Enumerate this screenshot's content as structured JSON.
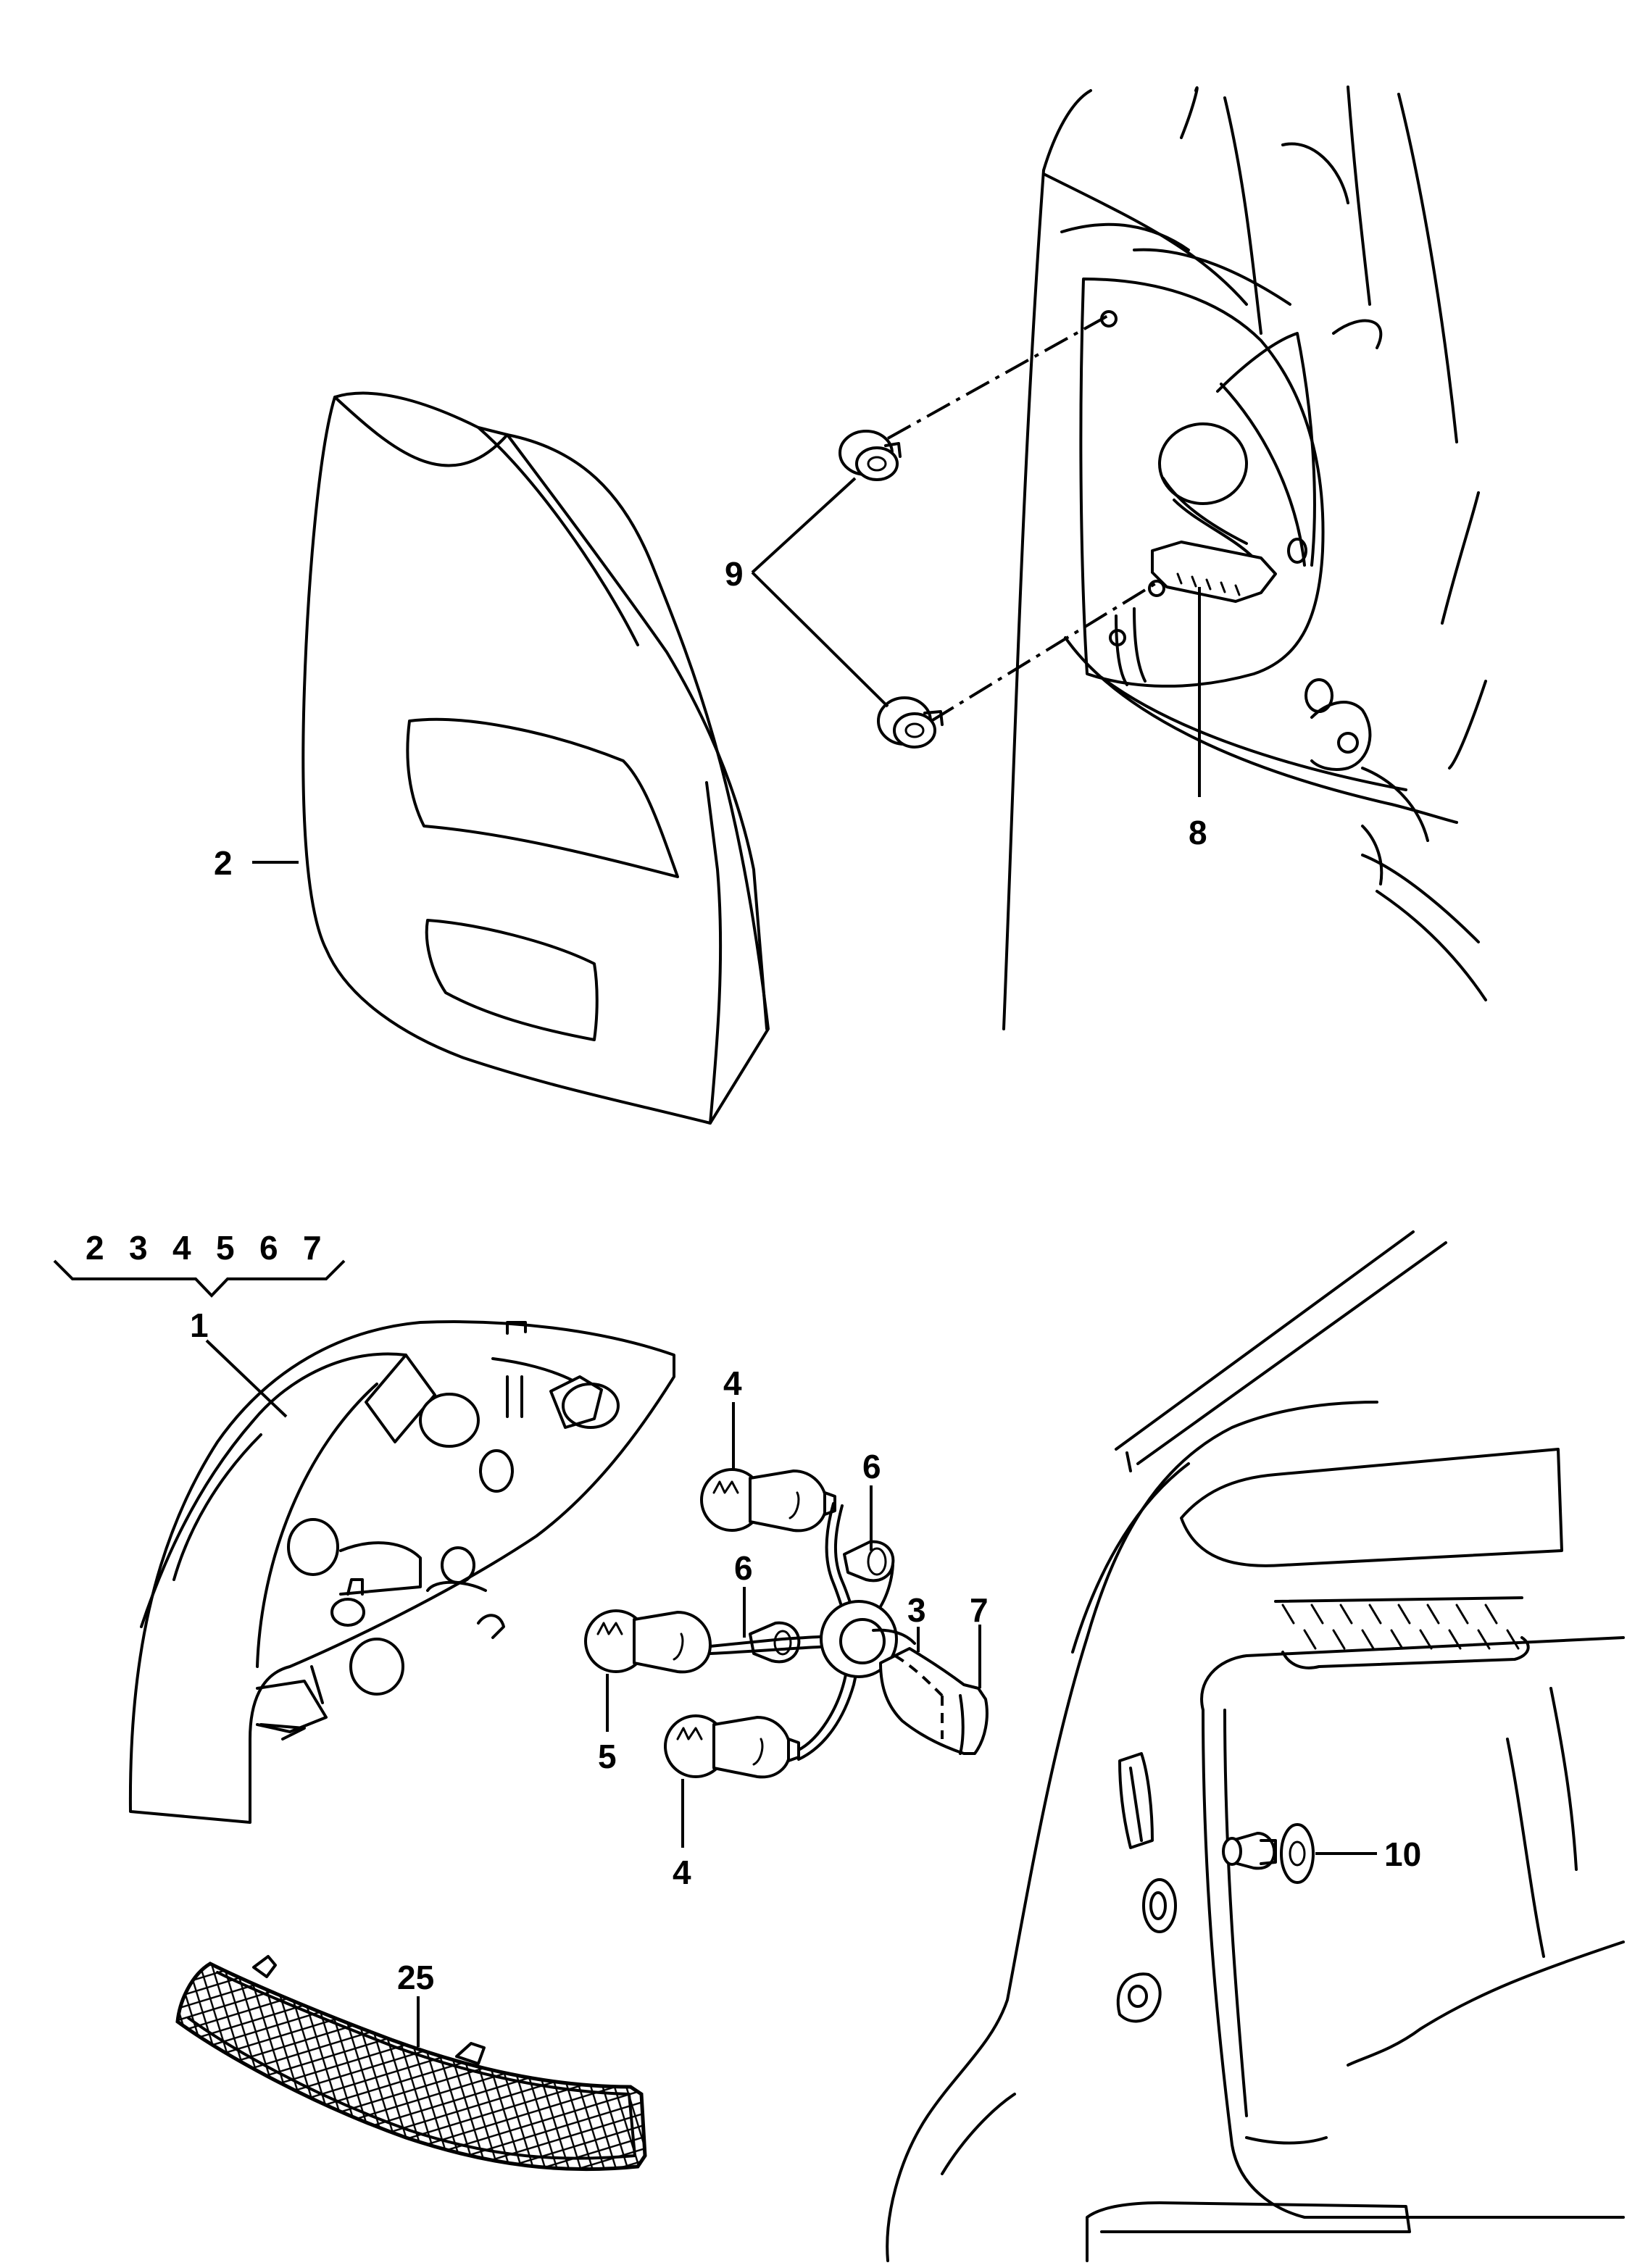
{
  "callouts": {
    "c1": "1",
    "c2": "2",
    "c3": "3",
    "c4a": "4",
    "c4b": "4",
    "c5": "5",
    "c6a": "6",
    "c6b": "6",
    "c7": "7",
    "c8": "8",
    "c9": "9",
    "c10": "10",
    "c25": "25"
  },
  "kit": [
    "2",
    "3",
    "4",
    "5",
    "6",
    "7"
  ]
}
